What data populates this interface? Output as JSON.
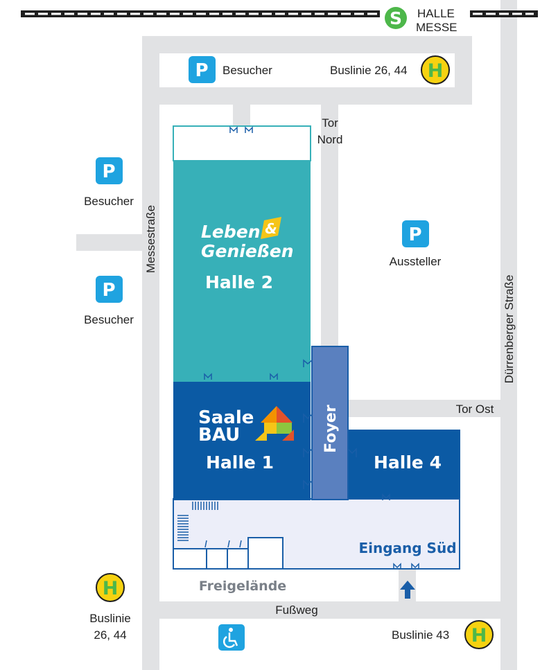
{
  "station": {
    "line1": "HALLE",
    "line2": "MESSE",
    "badge": "S"
  },
  "parking": {
    "top": "Besucher",
    "left_upper": "Besucher",
    "left_lower": "Besucher",
    "right": "Aussteller",
    "icon_letter": "P"
  },
  "bus": {
    "top": "Buslinie 26, 44",
    "bottom_left_line1": "Buslinie",
    "bottom_left_line2": "26, 44",
    "bottom_right": "Buslinie 43",
    "icon_letter": "H"
  },
  "gates": {
    "north_line1": "Tor",
    "north_line2": "Nord",
    "east": "Tor Ost",
    "south_entrance": "Eingang Süd"
  },
  "streets": {
    "messestrasse": "Messestraße",
    "duerrenberger": "Dürrenberger Straße",
    "fussweg": "Fußweg"
  },
  "halls": {
    "hall2": "Halle 2",
    "hall2_brand_line1": "Leben",
    "hall2_brand_amp": "&",
    "hall2_brand_line2": "Genießen",
    "hall1": "Halle 1",
    "hall1_brand_line1": "Saale",
    "hall1_brand_line2": "BAU",
    "foyer": "Foyer",
    "hall4": "Halle 4"
  },
  "outdoor": "Freigelände",
  "colors": {
    "road": "#e1e2e4",
    "hall2": "#37b0b8",
    "hall1": "#0b5aa4",
    "foyer": "#5a80bf",
    "annex": "#eceef9",
    "parking": "#1fa3e0",
    "bus_stop": "#f6d211",
    "s_bahn": "#4db74a",
    "outline": "#1a5ea8"
  }
}
